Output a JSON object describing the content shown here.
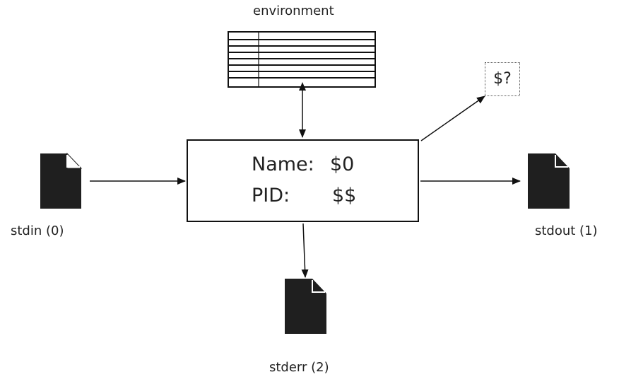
{
  "labels": {
    "environment": "environment",
    "stdin": "stdin (0)",
    "stdout": "stdout (1)",
    "stderr": "stderr (2)"
  },
  "process": {
    "name_label": "Name:",
    "name_value": "$0",
    "pid_label": "PID:",
    "pid_value": "$$"
  },
  "exit_status": "$?",
  "colors": {
    "stroke": "#111111",
    "file_icon": "#1f1f1f",
    "text": "#222222"
  },
  "icons": [
    "file-icon",
    "table-icon"
  ]
}
